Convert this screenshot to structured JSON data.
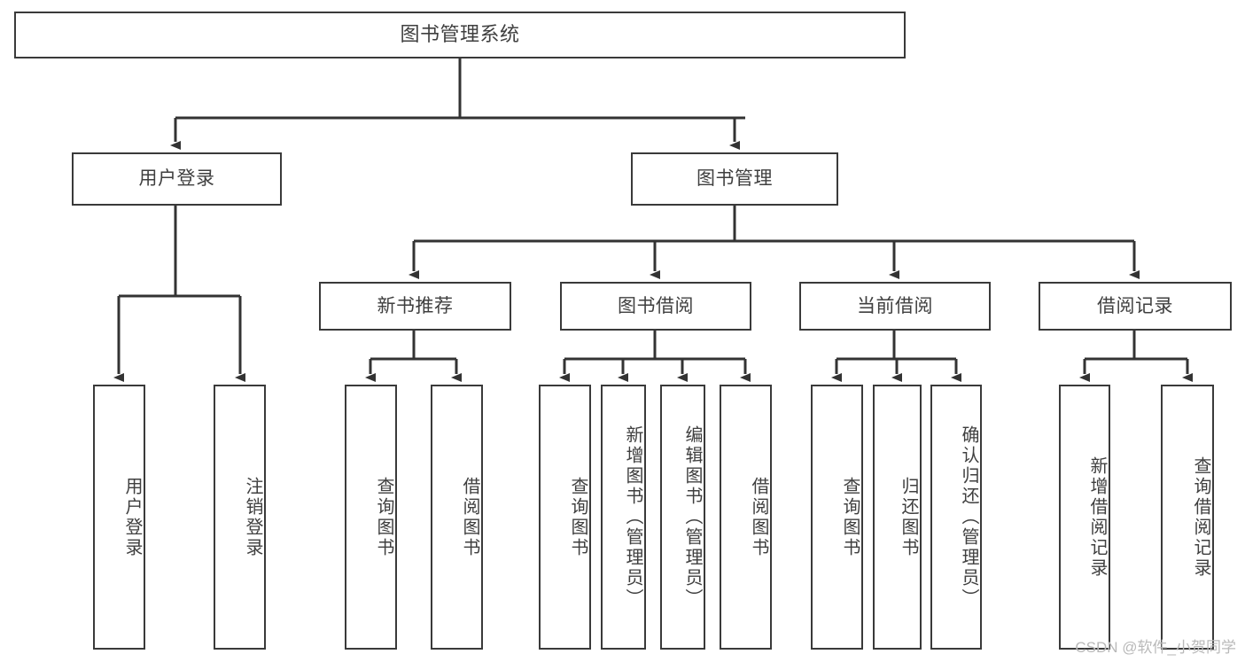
{
  "diagram": {
    "title": "图书管理系统",
    "type": "functional-structure-tree",
    "colors": {
      "border": "#3a3a3a",
      "text": "#3f3f3f",
      "background": "#ffffff",
      "connector": "#333333",
      "watermark": "#b9b9b9"
    },
    "watermark": "CSDN @软件_小贺同学",
    "root": {
      "label": "图书管理系统"
    },
    "level1": [
      {
        "label": "用户登录"
      },
      {
        "label": "图书管理"
      }
    ],
    "level2": [
      {
        "label": "新书推荐"
      },
      {
        "label": "图书借阅"
      },
      {
        "label": "当前借阅"
      },
      {
        "label": "借阅记录"
      }
    ],
    "leaves": {
      "user_login": [
        {
          "label": "用户登录"
        },
        {
          "label": "注销登录"
        }
      ],
      "new_book_recommend": [
        {
          "label": "查询图书"
        },
        {
          "label": "借阅图书"
        }
      ],
      "book_borrow": [
        {
          "label": "查询图书"
        },
        {
          "label": "新增图书（管理员）"
        },
        {
          "label": "编辑图书（管理员）"
        },
        {
          "label": "借阅图书"
        }
      ],
      "current_borrow": [
        {
          "label": "查询图书"
        },
        {
          "label": "归还图书"
        },
        {
          "label": "确认归还（管理员）"
        }
      ],
      "borrow_record": [
        {
          "label": "新增借阅记录"
        },
        {
          "label": "查询借阅记录"
        }
      ]
    }
  }
}
